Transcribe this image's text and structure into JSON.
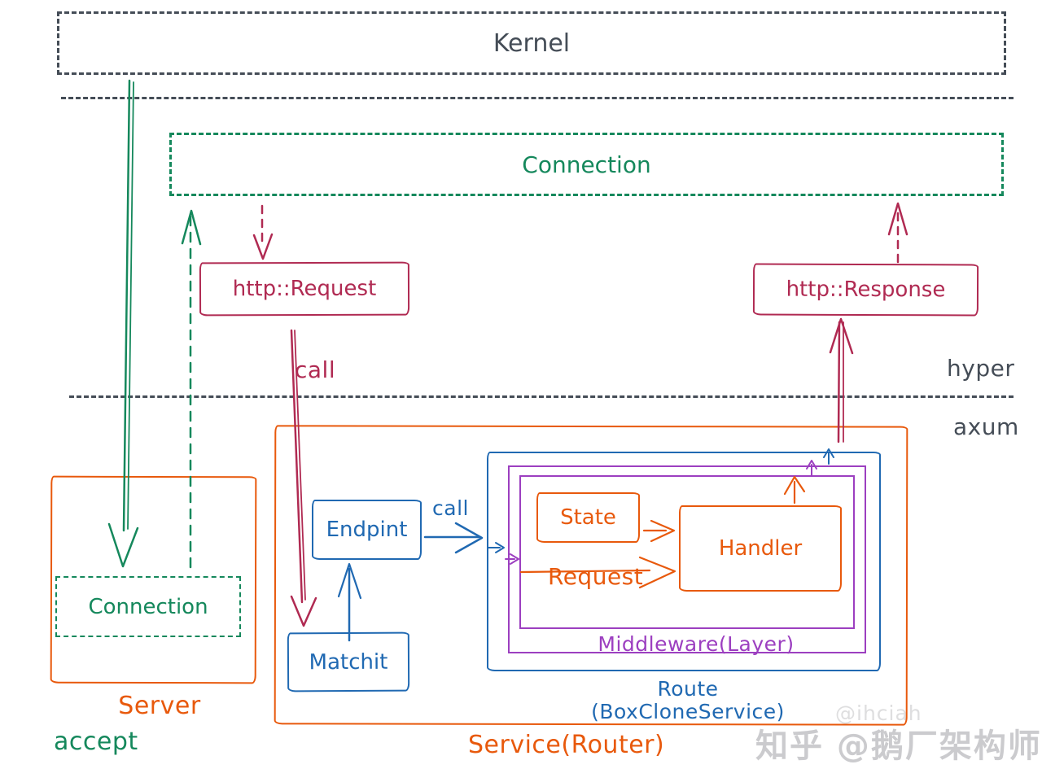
{
  "layers": {
    "kernel_label": "Kernel",
    "hyper_label": "hyper",
    "axum_label": "axum"
  },
  "hyper_zone": {
    "connection_label": "Connection",
    "http_request_label": "http::Request",
    "http_response_label": "http::Response",
    "call_label": "call"
  },
  "server_zone": {
    "server_label": "Server",
    "connection_label": "Connection",
    "accept_label": "accept"
  },
  "axum_zone": {
    "service_label": "Service(Router)",
    "endpoint_label": "Endpint",
    "endpoint_call_label": "call",
    "matchit_label": "Matchit",
    "route_label": "Route",
    "route_sublabel": "(BoxCloneService)",
    "middleware_label": "Middleware(Layer)",
    "state_label": "State",
    "request_label": "Request",
    "handler_label": "Handler"
  },
  "watermark": {
    "faint": "@ihciah",
    "main": "知乎 @鹅厂架构师"
  },
  "colors": {
    "layer_gray": "#454d57",
    "connection_green": "#15885c",
    "http_crimson": "#b02a52",
    "axum_orange": "#e8590c",
    "route_blue": "#2069b2",
    "middleware_purple": "#9c3fc0",
    "watermark_gray": "#c7c7ca"
  }
}
